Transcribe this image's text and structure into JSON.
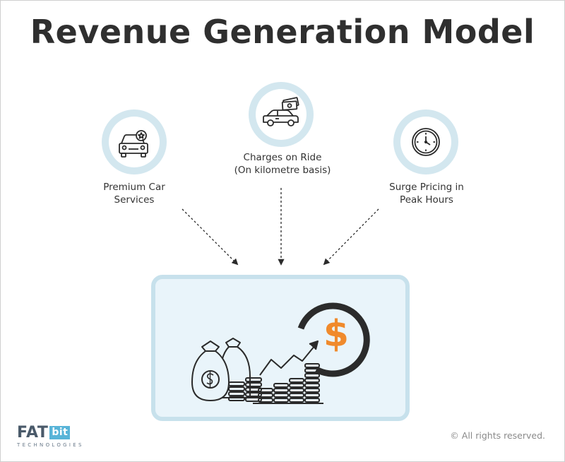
{
  "title": "Revenue Generation Model",
  "nodes": [
    {
      "icon": "premium-car-icon",
      "lines": [
        "Premium Car",
        "Services"
      ]
    },
    {
      "icon": "car-with-cash-icon",
      "lines": [
        "Charges on Ride",
        "(On kilometre basis)"
      ]
    },
    {
      "icon": "clock-icon",
      "lines": [
        "Surge Pricing in",
        "Peak Hours"
      ]
    }
  ],
  "hub": {
    "icons": [
      "money-bags-icon",
      "rising-coin-stacks-icon",
      "dollar-cycle-icon"
    ],
    "symbol": "$"
  },
  "footer": {
    "logo_main": "FAT",
    "logo_bit": "bit",
    "logo_sub": "TECHNOLOGIES",
    "copyright": "© All rights reserved."
  },
  "colors": {
    "circle_ring": "#d3e7ef",
    "hub_fill": "#e9f4fa",
    "hub_border": "#c7e1ec",
    "accent_orange": "#f08a2c",
    "icon_stroke": "#2b2b2b",
    "logo_blue": "#58b4d8"
  }
}
